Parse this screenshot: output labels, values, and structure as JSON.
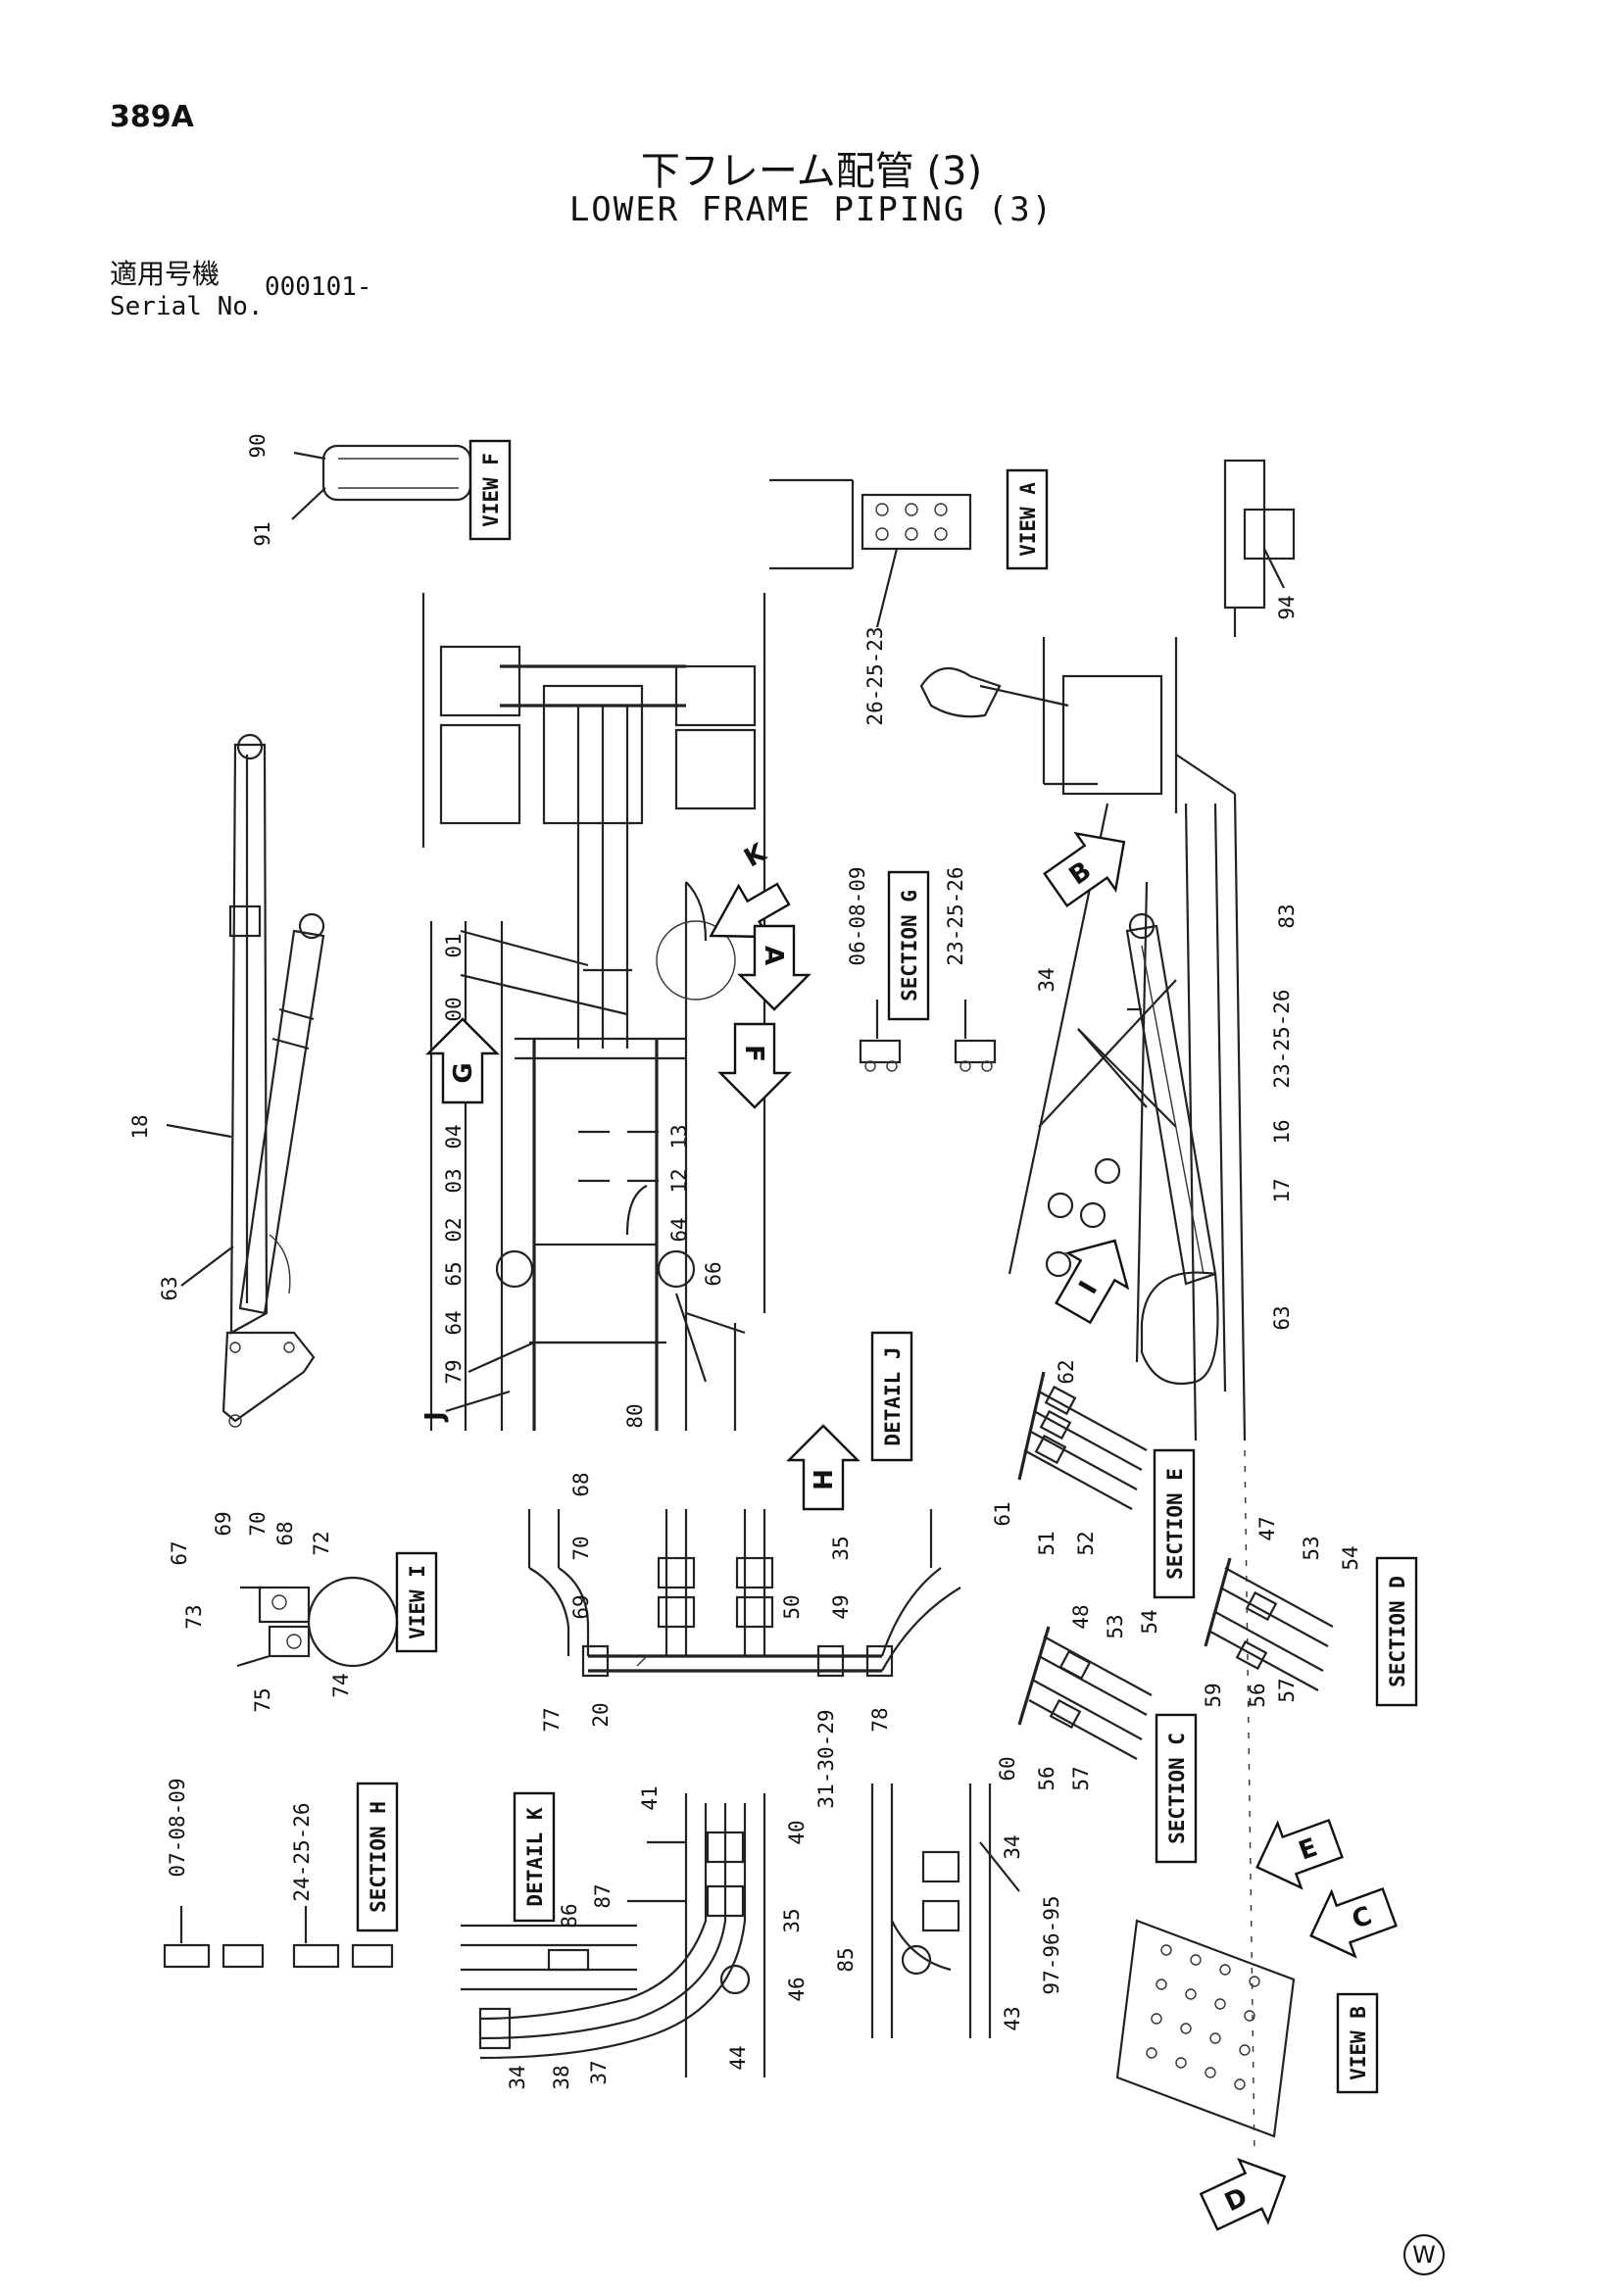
{
  "page_number": "389A",
  "title_jp": "下フレーム配管 (3)",
  "title_en": "LOWER FRAME PIPING (3)",
  "serial_label_jp": "適用号機",
  "serial_label_en": "Serial No.",
  "serial_value": "000101-",
  "view_labels": [
    "VIEW F",
    "VIEW A",
    "SECTION G",
    "DETAIL J",
    "SECTION E",
    "VIEW I",
    "SECTION D",
    "SECTION C",
    "SECTION H",
    "DETAIL K",
    "VIEW B"
  ],
  "arrow_letters": [
    "B",
    "K",
    "A",
    "G",
    "F",
    "I",
    "H",
    "E",
    "C",
    "D",
    "J"
  ],
  "part_numbers": [
    "90",
    "91",
    "26-25-23",
    "94",
    "01",
    "00",
    "18",
    "04",
    "03",
    "02",
    "65",
    "64",
    "79",
    "13",
    "12",
    "64",
    "66",
    "80",
    "06-08-09",
    "23-25-26",
    "34",
    "83",
    "23-25-26",
    "16",
    "17",
    "63",
    "63",
    "62",
    "61",
    "51",
    "52",
    "68",
    "70",
    "69",
    "35",
    "49",
    "50",
    "47",
    "53",
    "54",
    "69",
    "70",
    "68",
    "72",
    "67",
    "73",
    "74",
    "75",
    "77",
    "20",
    "31-30-29",
    "78",
    "48",
    "53",
    "54",
    "59",
    "56",
    "57",
    "60",
    "56",
    "57",
    "07-08-09",
    "24-25-26",
    "41",
    "40",
    "86",
    "87",
    "35",
    "46",
    "44",
    "34",
    "38",
    "37",
    "85",
    "34",
    "43",
    "97-96-95"
  ],
  "watermark": "W"
}
